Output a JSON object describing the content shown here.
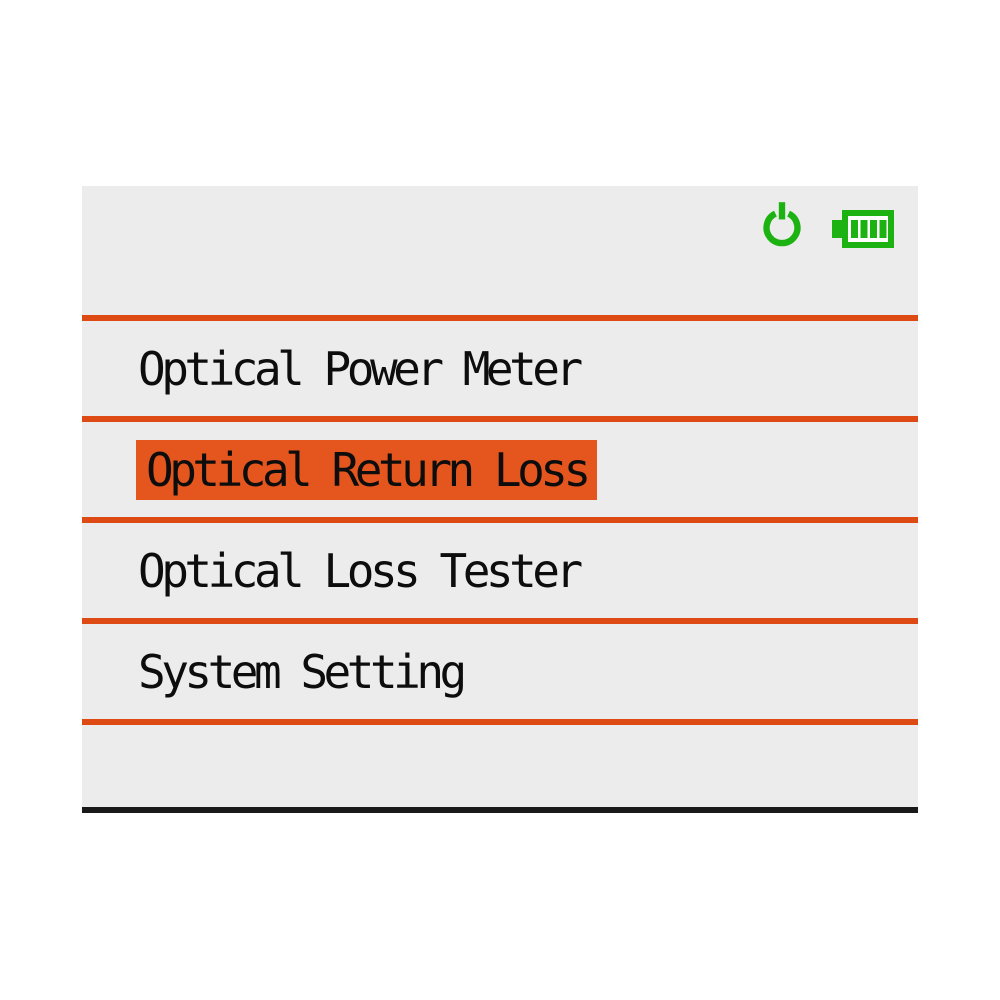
{
  "status_bar": {
    "power_icon": "power-symbol",
    "battery": {
      "bars_filled": 4,
      "bars_total": 4
    }
  },
  "menu": {
    "items": [
      {
        "label": "Optical Power Meter",
        "selected": false
      },
      {
        "label": "Optical Return Loss",
        "selected": true
      },
      {
        "label": "Optical Loss Tester",
        "selected": false
      },
      {
        "label": "System Setting",
        "selected": false
      }
    ]
  },
  "colors": {
    "page_background": "#FFFFFF",
    "screen_background": "#EDECEC",
    "divider_orange": "#DD4A14",
    "highlight_orange": "#E5561E",
    "text_black": "#0D0D0D",
    "bottom_bar_black": "#191919",
    "icon_green": "#1CB211"
  }
}
